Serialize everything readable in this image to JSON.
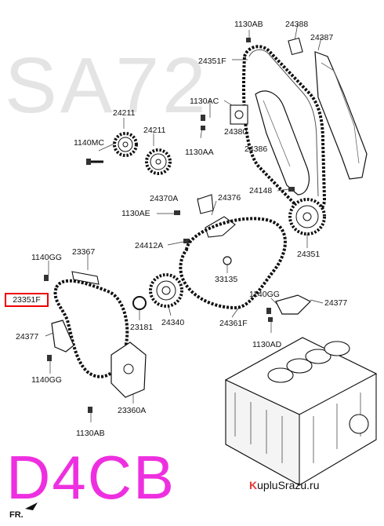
{
  "watermark": "SA72",
  "engine_code": "D4CB",
  "site": {
    "brand": "K",
    "name_rest": "upluSrazu.ru"
  },
  "direction_label": "FR.",
  "highlighted_part": "23351F",
  "labels": {
    "l_1130AB_top": "1130AB",
    "l_24388": "24388",
    "l_24387": "24387",
    "l_24351F": "24351F",
    "l_1130AC": "1130AC",
    "l_24211_a": "24211",
    "l_24211_b": "24211",
    "l_24380": "24380",
    "l_1140MC": "1140MC",
    "l_1130AA": "1130AA",
    "l_24386": "24386",
    "l_24148": "24148",
    "l_24370A": "24370A",
    "l_24376": "24376",
    "l_1130AE": "1130AE",
    "l_24412A": "24412A",
    "l_24351": "24351",
    "l_1140GG_left": "1140GG",
    "l_23367": "23367",
    "l_33135": "33135",
    "l_1140GG_right": "1140GG",
    "l_24377_right": "24377",
    "l_23181": "23181",
    "l_24340": "24340",
    "l_24361F": "24361F",
    "l_1130AD": "1130AD",
    "l_24377_left": "24377",
    "l_1140GG_bottom": "1140GG",
    "l_23360A": "23360A",
    "l_1130AB_bottom": "1130AB"
  }
}
